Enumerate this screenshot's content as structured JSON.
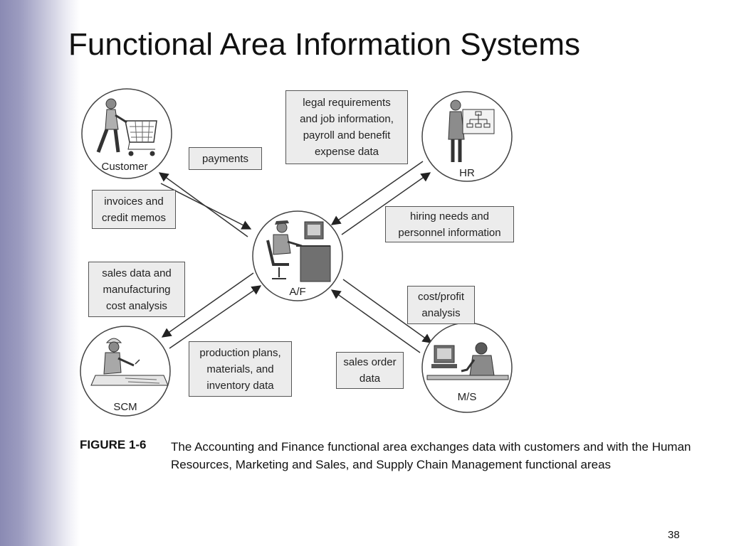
{
  "slide": {
    "title": "Functional Area Information Systems",
    "page_number": "38"
  },
  "diagram": {
    "nodes": {
      "customer": "Customer",
      "hr": "HR",
      "af": "A/F",
      "scm": "SCM",
      "ms": "M/S"
    },
    "labels": {
      "payments": "payments",
      "invoices": "invoices and\ncredit memos",
      "legal": "legal requirements\nand job information,\npayroll and benefit\nexpense data",
      "hiring": "hiring needs and\npersonnel information",
      "sales_data": "sales data and\nmanufacturing\ncost analysis",
      "cost_profit": "cost/profit\nanalysis",
      "production": "production plans,\nmaterials, and\ninventory data",
      "sales_order": "sales order\ndata"
    }
  },
  "caption": {
    "label": "FIGURE 1-6",
    "text": "The Accounting and Finance functional area exchanges data with customers and with the Human Resources, Marketing and Sales, and Supply Chain Management functional areas"
  }
}
